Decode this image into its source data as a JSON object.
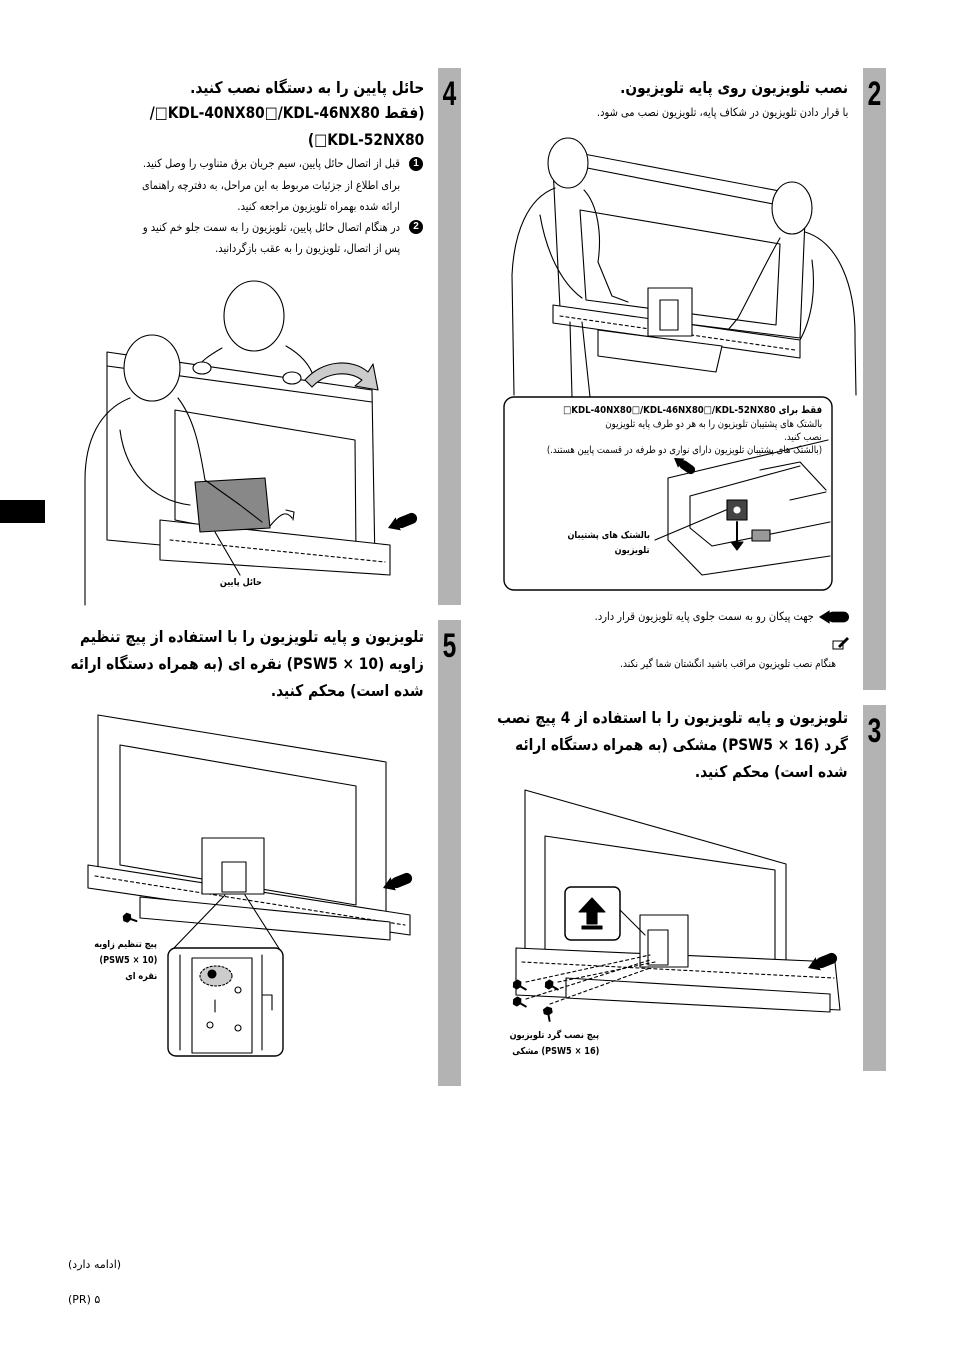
{
  "colors": {
    "bar": "#b3b3b3",
    "side_tab": "#000000"
  },
  "icons": {
    "direction": "direction-arrow-icon",
    "note": "note-pencil-icon",
    "up": "up-arrow-icon"
  },
  "step2": {
    "number": "2",
    "heading": "نصب تلویزیون روی پایه تلویزیون.",
    "text": "با قرار دادن تلویزیون در شکاف پایه، تلویزیون نصب می شود.",
    "box": {
      "title": "فقط برای KDL-40NX80□/KDL-46NX80□/KDL-52NX80□",
      "lines": [
        "بالشتک های پشتیبان تلویزیون را به هر دو طرف پایه تلویزیون",
        "نصب کنید.",
        "(بالشتک های پشتیبان تلویزیون دارای نواری دو طرفه در قسمت پایین هستند.)"
      ],
      "label": [
        "بالشتک های پشتیبان",
        "تلویزیون"
      ]
    },
    "direction_note": "جهت پیکان رو به سمت جلوی پایه تلویزیون قرار دارد.",
    "note": "هنگام نصب تلویزیون مراقب باشید انگشتان شما گیر نکند."
  },
  "step3": {
    "number": "3",
    "heading": [
      "تلویزیون و پایه تلویزیون را با استفاده از 4 پیچ نصب",
      "گرد (PSW5 × 16) مشکی (به همراه دستگاه ارائه",
      "شده است) محکم کنید."
    ],
    "label": [
      "پیچ نصب گرد تلویزیون",
      "(PSW5 × 16) مشکی"
    ]
  },
  "step4": {
    "number": "4",
    "heading": [
      "حائل پایین را به دستگاه نصب کنید.",
      "(فقط KDL-40NX80□/KDL-46NX80□/",
      "KDL-52NX80□)"
    ],
    "items": [
      {
        "marker": "1",
        "lines": [
          "قبل از اتصال حائل پایین، سیم جریان برق متناوب را وصل کنید.",
          "برای اطلاع از جزئیات مربوط به این مراحل، به دفترچه راهنمای",
          "ارائه شده بهمراه تلویزیون مراجعه کنید."
        ]
      },
      {
        "marker": "2",
        "lines": [
          "در هنگام اتصال حائل پایین، تلویزیون را به سمت جلو خم کنید و",
          "پس از اتصال، تلویزیون را به عقب بازگردانید."
        ]
      }
    ],
    "label": "حائل پایین"
  },
  "step5": {
    "number": "5",
    "heading": [
      "تلویزیون و پایه تلویزیون را با استفاده از پیچ تنظیم",
      "زاویه (PSW5 × 10) نقره ای (به همراه دستگاه ارائه",
      "شده است) محکم کنید."
    ],
    "label": [
      "پیچ تنظیم زاویه",
      "(PSW5 × 10)",
      "نقره ای"
    ]
  },
  "footer": {
    "continued": "(ادامه دارد)",
    "page": "(PR) ۵"
  }
}
